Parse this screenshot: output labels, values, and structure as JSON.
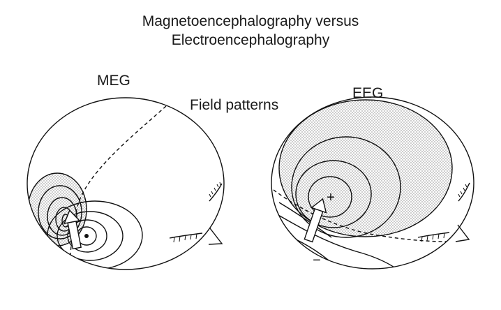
{
  "figure": {
    "title_line1": "Magnetoencephalography versus",
    "title_line2": "Electroencephalography",
    "meg_label": "MEG",
    "eeg_label": "EEG",
    "field_patterns_label": "Field patterns",
    "plus_sign": "+",
    "minus_sign": "−"
  },
  "colors": {
    "ink": "#111111",
    "stipple": "#555555",
    "background": "#ffffff"
  }
}
